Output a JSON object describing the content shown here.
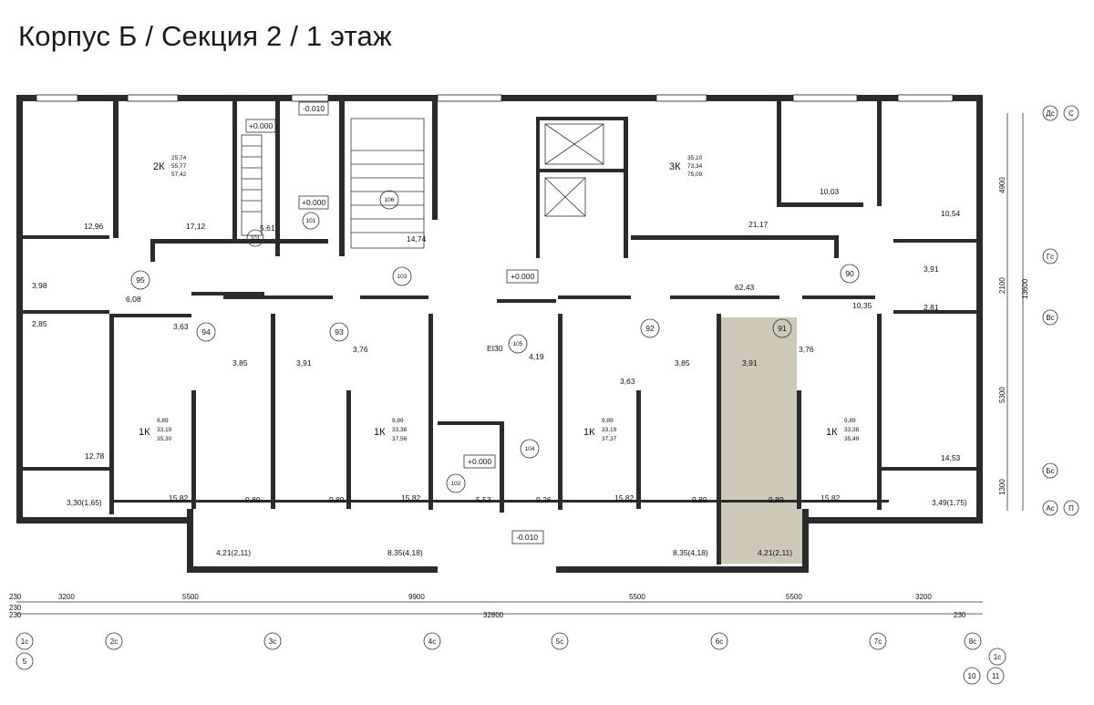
{
  "page_title": "Корпус Б / Секция 2 / 1 этаж",
  "highlight_color": "#cdc8b8",
  "apartments": [
    {
      "number": "95",
      "type": "",
      "areas": [],
      "rooms": [
        "12,96",
        "3,98",
        "6,08",
        "2,85",
        "12,78",
        "3,30(1,65)"
      ]
    },
    {
      "number": "",
      "type": "2К",
      "areas": [
        "25,74",
        "55,77",
        "57,42"
      ],
      "rooms": [
        "17,12"
      ]
    },
    {
      "number": "94",
      "type": "1К",
      "areas": [
        "9,89",
        "33,19",
        "35,30"
      ],
      "rooms": [
        "3,63",
        "3,85",
        "15,82",
        "9,89",
        "4,21(2,11)"
      ]
    },
    {
      "number": "93",
      "type": "1К",
      "areas": [
        "9,89",
        "33,38",
        "37,56"
      ],
      "rooms": [
        "3,91",
        "3,76",
        "9,89",
        "15,82",
        "8,35(4,18)"
      ]
    },
    {
      "number": "92",
      "type": "1К",
      "areas": [
        "9,89",
        "33,19",
        "37,37"
      ],
      "rooms": [
        "3,63",
        "3,85",
        "15,82",
        "9,89",
        "8,35(4,18)"
      ]
    },
    {
      "number": "91",
      "type": "1К",
      "areas": [
        "9,89",
        "33,38",
        "35,49"
      ],
      "rooms": [
        "3,91",
        "3,76",
        "9,89",
        "15,82",
        "4,21(2,11)"
      ],
      "highlighted": true
    },
    {
      "number": "90",
      "type": "",
      "areas": [],
      "rooms": [
        "10,54",
        "3,91",
        "10,35",
        "2,81",
        "14,53",
        "3,49(1,75)"
      ]
    },
    {
      "number": "",
      "type": "3К",
      "areas": [
        "35,10",
        "73,34",
        "75,09"
      ],
      "rooms": [
        "21,17",
        "10,03"
      ]
    }
  ],
  "common": {
    "corridor_area": "62,43",
    "levels": [
      "+0.000",
      "-0.010",
      "+0.000",
      "+0.000",
      "+0.000",
      "-0.010"
    ],
    "room_tags": [
      "101",
      "101",
      "106",
      "103",
      "105",
      "104",
      "102"
    ],
    "common_areas": [
      "5,61",
      "14,74",
      "4,19",
      "5,53",
      "9,26"
    ],
    "fire_door": "EI30"
  },
  "dimensions": {
    "bottom_segments": [
      "230",
      "3200",
      "5500",
      "9900",
      "5500",
      "5500",
      "3200"
    ],
    "bottom_total": "32800",
    "bottom_edges": [
      "230",
      "230",
      "230"
    ],
    "right_segments": [
      "4900",
      "2100",
      "5300",
      "1300"
    ],
    "right_total": "13600"
  },
  "axes": {
    "bottom": [
      "1с",
      "2с",
      "3с",
      "4с",
      "5с",
      "6с",
      "7с",
      "8с",
      "1с"
    ],
    "bottom_extra_left": [
      "5"
    ],
    "bottom_extra_right": [
      "10",
      "11"
    ],
    "right": [
      {
        "label": "Дс",
        "alt": "С"
      },
      {
        "label": "Гс",
        "alt": ""
      },
      {
        "label": "Вс",
        "alt": ""
      },
      {
        "label": "Бс",
        "alt": ""
      },
      {
        "label": "Ас",
        "alt": "П"
      }
    ]
  }
}
